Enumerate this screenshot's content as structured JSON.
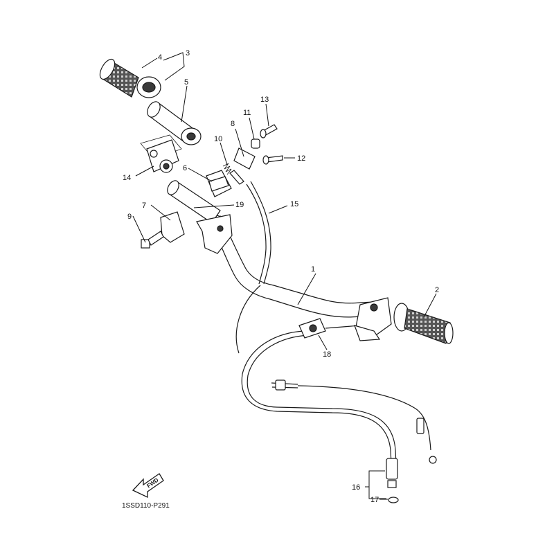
{
  "diagram": {
    "drawing_code": "1SSD110-P291",
    "fwd_label": "FWD",
    "callouts": [
      {
        "id": "1",
        "text": "1"
      },
      {
        "id": "2",
        "text": "2"
      },
      {
        "id": "3",
        "text": "3"
      },
      {
        "id": "4",
        "text": "4"
      },
      {
        "id": "5",
        "text": "5"
      },
      {
        "id": "6",
        "text": "6"
      },
      {
        "id": "7",
        "text": "7"
      },
      {
        "id": "8",
        "text": "8"
      },
      {
        "id": "9",
        "text": "9"
      },
      {
        "id": "10",
        "text": "10"
      },
      {
        "id": "11",
        "text": "11"
      },
      {
        "id": "12",
        "text": "12"
      },
      {
        "id": "13",
        "text": "13"
      },
      {
        "id": "14",
        "text": "14"
      },
      {
        "id": "15",
        "text": "15"
      },
      {
        "id": "16",
        "text": "16"
      },
      {
        "id": "17",
        "text": "17"
      },
      {
        "id": "18",
        "text": "18"
      },
      {
        "id": "19",
        "text": "19"
      }
    ]
  }
}
